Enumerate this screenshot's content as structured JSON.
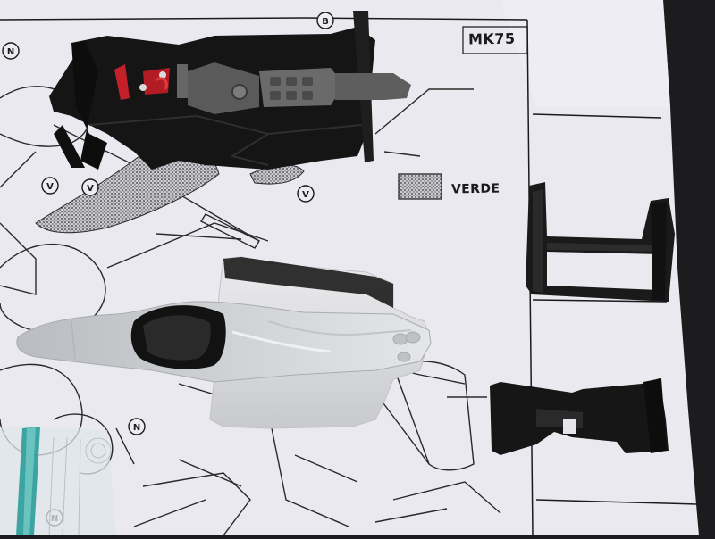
{
  "sheet": {
    "model_code": "MK75",
    "color_legend": "VERDE",
    "callout_letters": [
      "N",
      "B",
      "V",
      "V",
      "V",
      "N",
      "N"
    ]
  },
  "colors": {
    "paper": "#e9e9ef",
    "background": "#1c1c1e",
    "ink": "#1b1b1b",
    "chassis_black": "#151515",
    "engine_grey": "#5a5a5a",
    "body_white": "#dadcdf",
    "sprue_teal": "#2a9c9a"
  }
}
